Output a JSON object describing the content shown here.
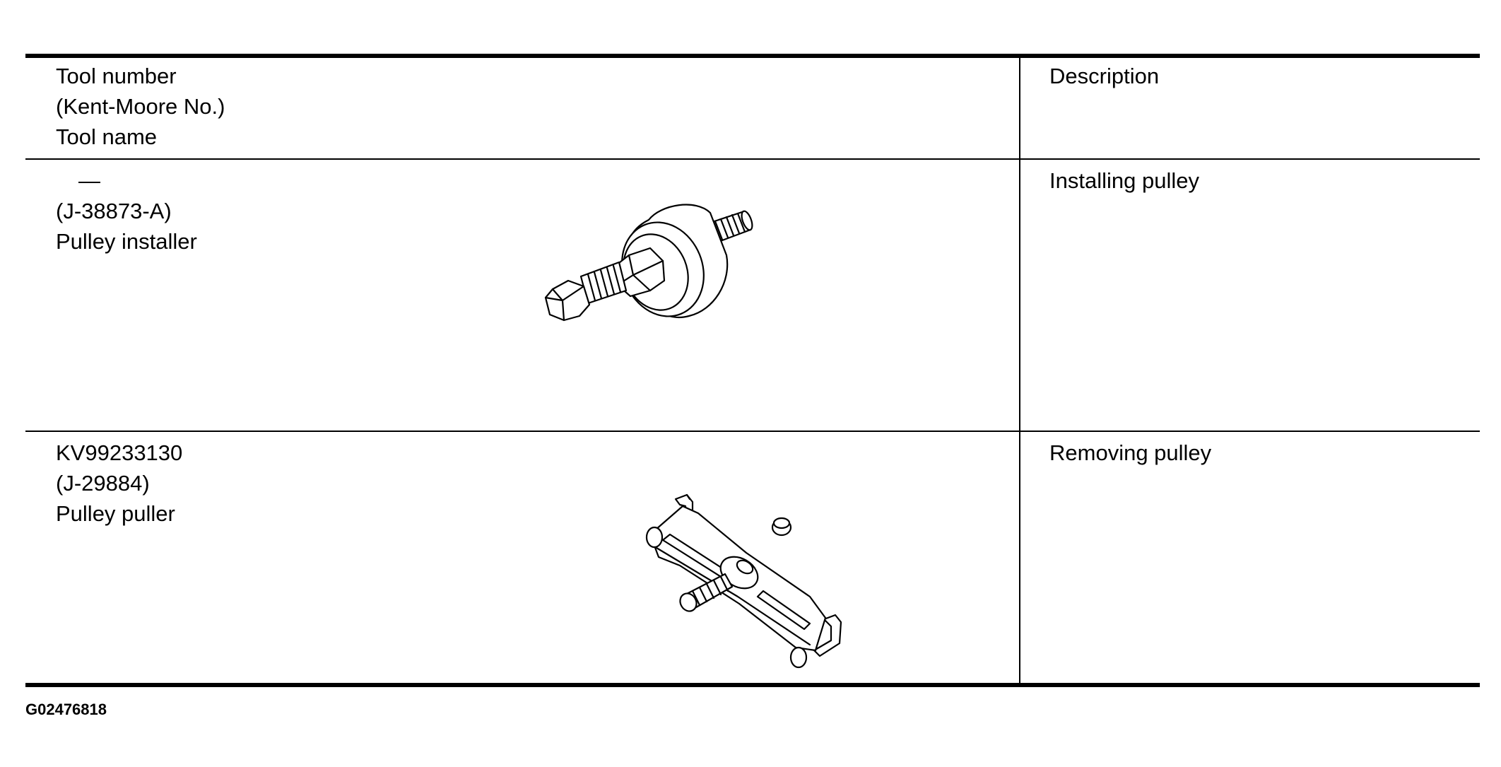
{
  "table": {
    "header": {
      "tool_lines": [
        "Tool number",
        "(Kent-Moore No.)",
        "Tool name"
      ],
      "description": "Description"
    },
    "rows": [
      {
        "tool_number": "—",
        "kent_moore": "(J-38873-A)",
        "tool_name": "Pulley installer",
        "description": "Installing pulley",
        "illustration": "pulley-installer-illustration"
      },
      {
        "tool_number": "KV99233130",
        "kent_moore": "(J-29884)",
        "tool_name": "Pulley puller",
        "description": "Removing pulley",
        "illustration": "pulley-puller-illustration"
      }
    ]
  },
  "footer": {
    "code": "G02476818"
  }
}
